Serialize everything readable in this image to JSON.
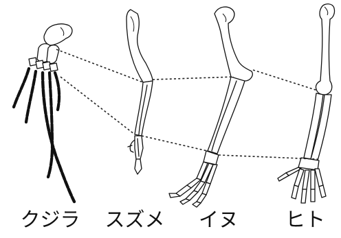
{
  "labels": {
    "whale": "クジラ",
    "sparrow": "スズメ",
    "dog": "イヌ",
    "human": "ヒト"
  },
  "colors": {
    "line": "#111111",
    "background": "#ffffff"
  }
}
